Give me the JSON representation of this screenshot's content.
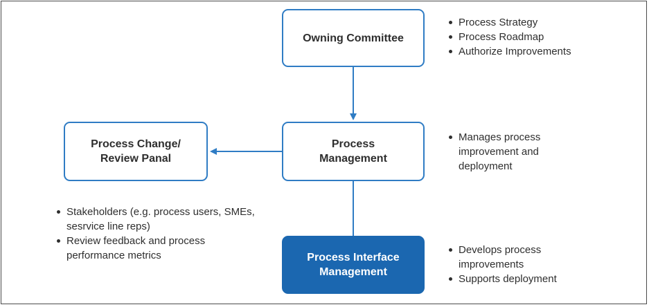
{
  "diagram": {
    "nodes": {
      "owning_committee": "Owning Committee",
      "process_management": "Process\nManagement",
      "review_panel": "Process Change/\nReview Panal",
      "interface_management": "Process Interface\nManagement"
    },
    "notes": {
      "owning_committee": [
        "Process Strategy",
        "Process Roadmap",
        "Authorize Improvements"
      ],
      "process_management": [
        "Manages process improvement and deployment"
      ],
      "review_panel": [
        "Stakeholders (e.g. process users, SMEs, sesrvice line reps)",
        "Review feedback and process performance metrics"
      ],
      "interface_management": [
        "Develops process improvements",
        "Supports deployment"
      ]
    },
    "colors": {
      "box_border": "#2f7cc4",
      "filled_box": "#1b67b0",
      "connector": "#2f7cc4"
    }
  }
}
